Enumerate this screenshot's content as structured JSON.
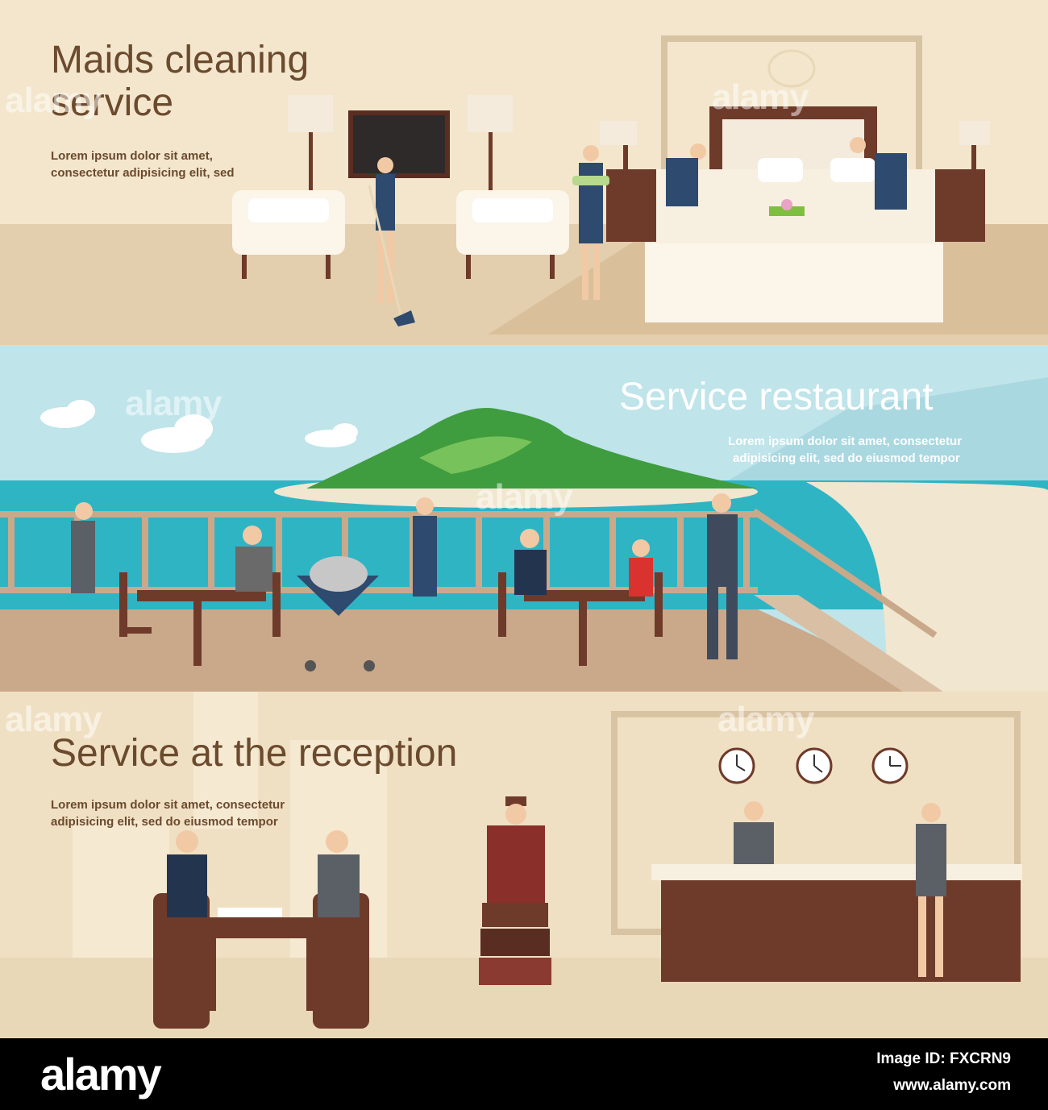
{
  "panels": [
    {
      "title_line1": "Maids cleaning",
      "title_line2": "service",
      "desc_line1": "Lorem ipsum dolor sit amet,",
      "desc_line2": "consectetur adipisicing elit, sed"
    },
    {
      "title": "Service restaurant",
      "desc_line1": "Lorem ipsum dolor sit amet, consectetur",
      "desc_line2": "adipisicing elit, sed do eiusmod tempor"
    },
    {
      "title": "Service at the reception",
      "desc_line1": "Lorem ipsum dolor sit amet, consectetur",
      "desc_line2": "adipisicing elit, sed do eiusmod tempor"
    }
  ],
  "watermark": "alamy",
  "footer": {
    "brand": "alamy",
    "image_id": "Image ID: FXCRN9",
    "url": "www.alamy.com"
  },
  "colors": {
    "title_brown": "#6b4a2e",
    "furniture_brown": "#6e3a2a",
    "sea": "#2fb4c4",
    "sky": "#bfe4ea",
    "hill_green": "#3f9d3f",
    "uniform_navy": "#2e4a6e"
  }
}
